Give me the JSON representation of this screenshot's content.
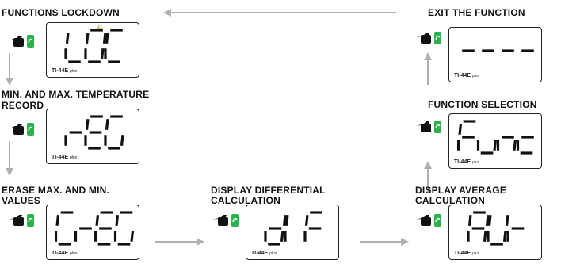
{
  "labels": {
    "lockdown": "FUNCTIONS LOCKDOWN",
    "record_1": "MIN. AND MAX. TEMPERATURE",
    "record_2": "RECORD",
    "erase_1": "ERASE MAX. AND MIN.",
    "erase_2": "VALUES",
    "diff_1": "DISPLAY DIFFERENTIAL",
    "diff_2": "CALCULATION",
    "avg_1": "DISPLAY AVERAGE",
    "avg_2": "CALCULATION",
    "exit": "EXIT THE FUNCTION",
    "select": "FUNCTION SELECTION"
  },
  "displays": {
    "lockdown": "LOC",
    "record": "rEG",
    "erase": "CrEG",
    "diff": "dIF",
    "avg": "AUr",
    "exit": "----",
    "select": "Func"
  },
  "model": {
    "name": "TI-44E",
    "suffix": "plus"
  },
  "colors": {
    "arrow": "#b0b0b0",
    "accent": "#2bb24c",
    "ink": "#111111"
  }
}
